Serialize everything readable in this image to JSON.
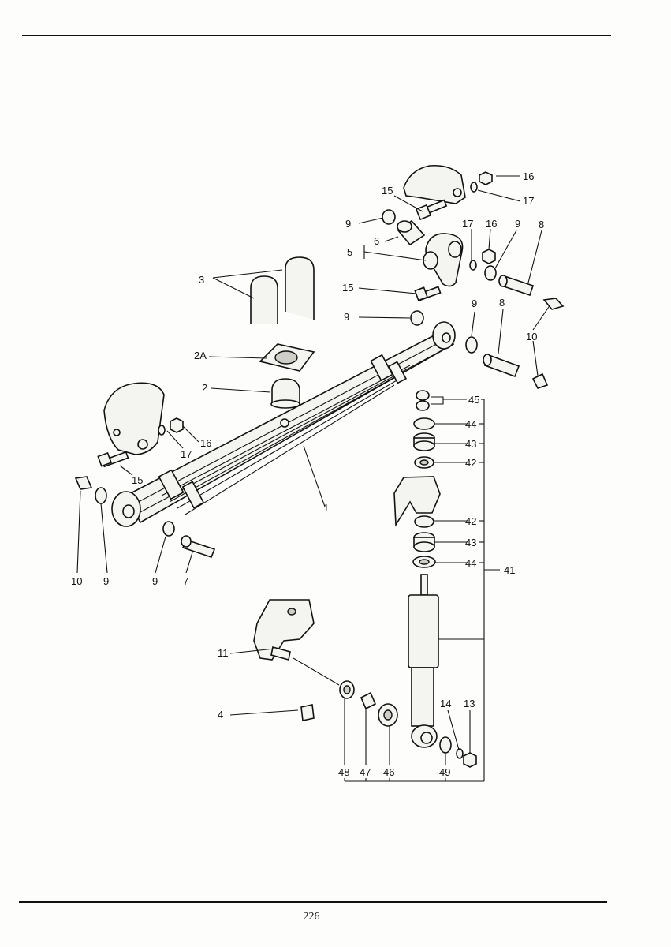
{
  "page": {
    "number": "226"
  },
  "callouts": {
    "c16a": "16",
    "c17a": "17",
    "c15a": "15",
    "c9a": "9",
    "c6": "6",
    "c5": "5",
    "c17b": "17",
    "c16b": "16",
    "c9b": "9",
    "c8a": "8",
    "c15b": "15",
    "c9c": "9",
    "c9d": "9",
    "c8b": "8",
    "c10a": "10",
    "c3": "3",
    "c2a": "2A",
    "c2": "2",
    "c45": "45",
    "c44a": "44",
    "c43a": "43",
    "c42a": "42",
    "c16c": "16",
    "c17c": "17",
    "c15c": "15",
    "c1": "1",
    "c42b": "42",
    "c43b": "43",
    "c44b": "44",
    "c41": "41",
    "c10b": "10",
    "c9e": "9",
    "c9f": "9",
    "c7": "7",
    "c11": "11",
    "c4": "4",
    "c14": "14",
    "c13": "13",
    "c48": "48",
    "c47": "47",
    "c46": "46",
    "c49": "49"
  },
  "colors": {
    "ink": "#111111",
    "paper": "#fdfdfb"
  }
}
